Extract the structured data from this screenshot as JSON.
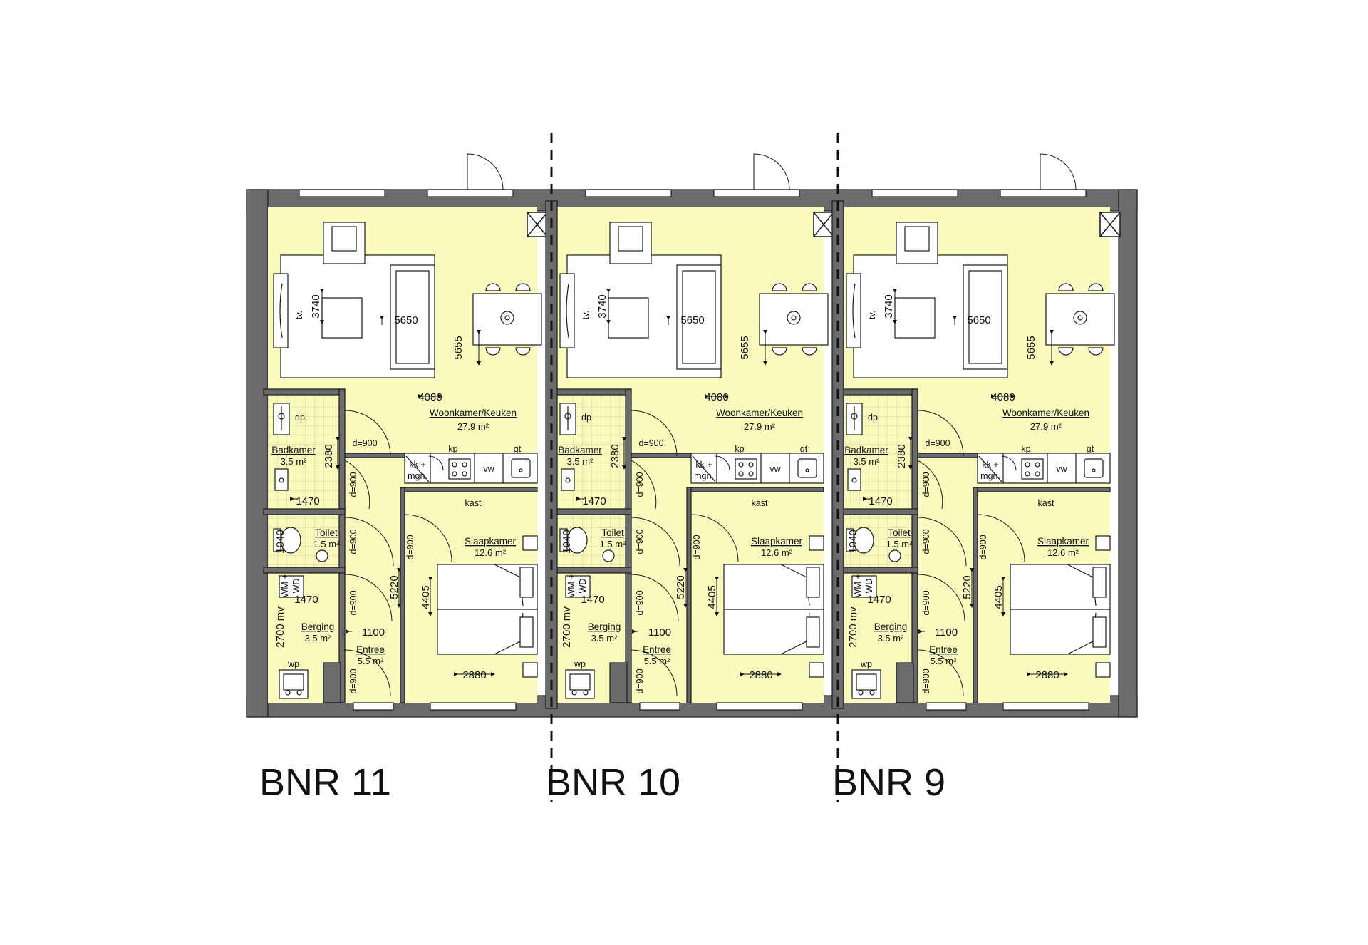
{
  "units": [
    {
      "label": "BNR 11",
      "living": {
        "name": "Woonkamer/Keuken",
        "area": "27.9 m²"
      },
      "bathroom": {
        "name": "Badkamer",
        "area": "3.5 m²"
      },
      "toilet": {
        "name": "Toilet",
        "area": "1.5 m²"
      },
      "storage": {
        "name": "Berging",
        "area": "3.5 m²"
      },
      "entrance": {
        "name": "Entree",
        "area": "5.5 m²"
      },
      "bedroom": {
        "name": "Slaapkamer",
        "area": "12.6 m²"
      },
      "dims": {
        "living_width": "4080",
        "living_depth": "5655",
        "sofa_depth": "3740",
        "sofa_span": "5650",
        "bath_depth": "2380",
        "bath_width": "1470",
        "toilet_depth": "1040",
        "storage_width": "1470",
        "storage_depth": "2700 mv",
        "entrance_width": "1100",
        "hall_depth": "5220",
        "bed_depth": "4405",
        "bed_width": "2880",
        "door": "d=900"
      },
      "fixtures": {
        "shower": "dp",
        "cooktop": "kp",
        "dishwasher": "vw",
        "sink": "gt",
        "fridge_line1": "kk +",
        "fridge_line2": "mgn.",
        "closet": "kast",
        "tv": "tv.",
        "washer_line1": "WM +",
        "washer_line2": "WD",
        "heatpump": "wp"
      }
    },
    {
      "label": "BNR 10",
      "living": {
        "name": "Woonkamer/Keuken",
        "area": "27.9 m²"
      },
      "bathroom": {
        "name": "Badkamer",
        "area": "3.5 m²"
      },
      "toilet": {
        "name": "Toilet",
        "area": "1.5 m²"
      },
      "storage": {
        "name": "Berging",
        "area": "3.5 m²"
      },
      "entrance": {
        "name": "Entree",
        "area": "5.5 m²"
      },
      "bedroom": {
        "name": "Slaapkamer",
        "area": "12.6 m²"
      },
      "dims": {
        "living_width": "4080",
        "living_depth": "5655",
        "sofa_depth": "3740",
        "sofa_span": "5650",
        "bath_depth": "2380",
        "bath_width": "1470",
        "toilet_depth": "1040",
        "storage_width": "1470",
        "storage_depth": "2700 mv",
        "entrance_width": "1100",
        "hall_depth": "5220",
        "bed_depth": "4405",
        "bed_width": "2880",
        "door": "d=900"
      },
      "fixtures": {
        "shower": "dp",
        "cooktop": "kp",
        "dishwasher": "vw",
        "sink": "gt",
        "fridge_line1": "kk +",
        "fridge_line2": "mgn.",
        "closet": "kast",
        "tv": "tv.",
        "washer_line1": "WM +",
        "washer_line2": "WD",
        "heatpump": "wp"
      }
    },
    {
      "label": "BNR 9",
      "living": {
        "name": "Woonkamer/Keuken",
        "area": "27.9 m²"
      },
      "bathroom": {
        "name": "Badkamer",
        "area": "3.5 m²"
      },
      "toilet": {
        "name": "Toilet",
        "area": "1.5 m²"
      },
      "storage": {
        "name": "Berging",
        "area": "3.5 m²"
      },
      "entrance": {
        "name": "Entree",
        "area": "5.5 m²"
      },
      "bedroom": {
        "name": "Slaapkamer",
        "area": "12.6 m²"
      },
      "dims": {
        "living_width": "4080",
        "living_depth": "5655",
        "sofa_depth": "3740",
        "sofa_span": "5650",
        "bath_depth": "2380",
        "bath_width": "1470",
        "toilet_depth": "1040",
        "storage_width": "1470",
        "storage_depth": "2700 mv",
        "entrance_width": "1100",
        "hall_depth": "5220",
        "bed_depth": "4405",
        "bed_width": "2880",
        "door": "d=900"
      },
      "fixtures": {
        "shower": "dp",
        "cooktop": "kp",
        "dishwasher": "vw",
        "sink": "gt",
        "fridge_line1": "kk +",
        "fridge_line2": "mgn.",
        "closet": "kast",
        "tv": "tv.",
        "washer_line1": "WM +",
        "washer_line2": "WD",
        "heatpump": "wp"
      }
    }
  ],
  "colors": {
    "room_fill": "#fafabe",
    "wall": "#6b6b6b",
    "line": "#1a1a1a",
    "tile": "#c9c98a"
  }
}
